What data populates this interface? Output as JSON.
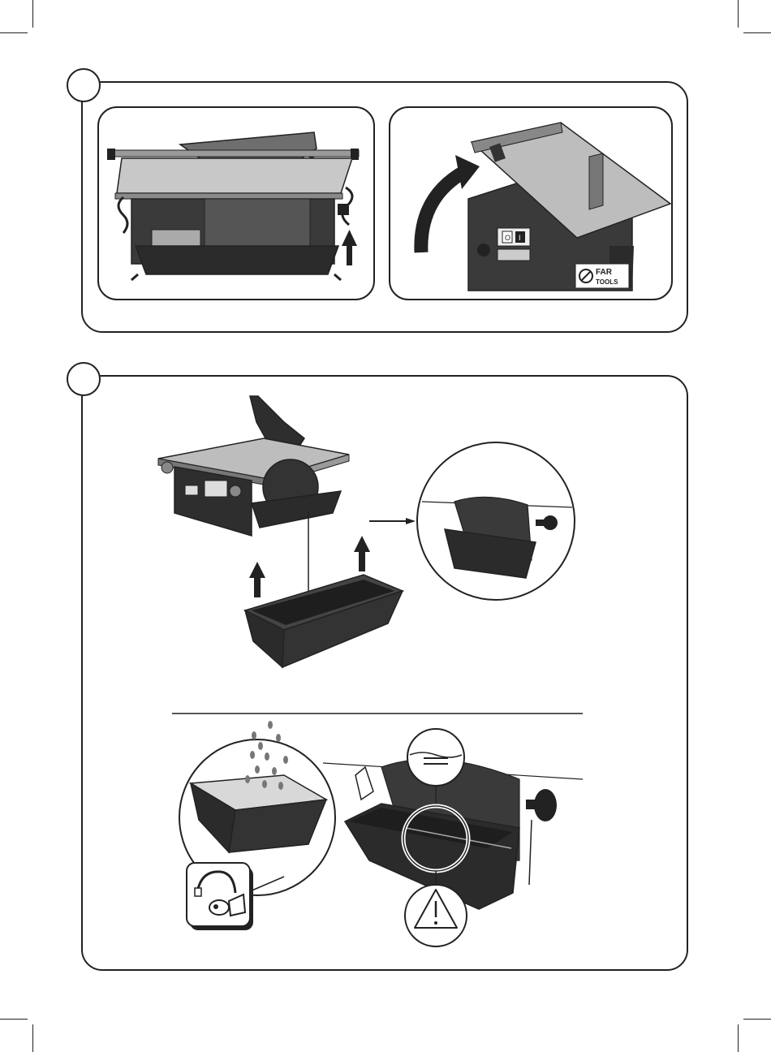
{
  "brand": {
    "line1": "FAR",
    "line2": "TOOLS"
  },
  "steps": [
    {
      "number": ""
    },
    {
      "number": ""
    }
  ],
  "switch_symbols": {
    "off": "O",
    "on": "I"
  },
  "colors": {
    "ink": "#222222",
    "metal_light": "#bdbdbd",
    "metal_dark": "#555555",
    "body_dark": "#2e2e2e",
    "tray": "#333333",
    "background": "#ffffff"
  },
  "icons": [
    "curved-arrow-icon",
    "up-arrow-icon",
    "right-arrow-icon",
    "water-drops-icon",
    "faucet-icon",
    "warning-icon",
    "water-level-icon"
  ]
}
